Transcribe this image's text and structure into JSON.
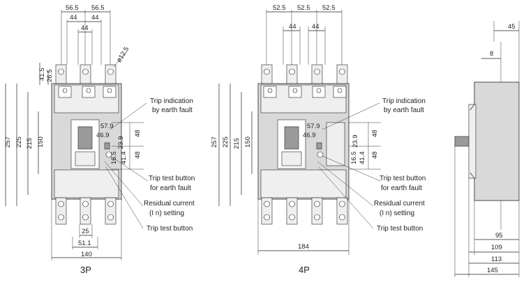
{
  "views": {
    "three_pole": {
      "caption": "3P",
      "dims": {
        "top_a": "56.5",
        "top_b": "56.5",
        "top_c": "44",
        "top_d": "44",
        "hole": "ø12.5",
        "left_a": "41.5",
        "left_b": "26.5",
        "h257": "257",
        "h225": "225",
        "h215": "215",
        "h150": "150",
        "bot_a": "25",
        "bot_b": "51.1",
        "width": "140",
        "c1": "57.9",
        "c2": "46.9",
        "c3": "23.9",
        "c4": "16.5",
        "c5": "41.4",
        "c6": "48",
        "c7": "48"
      },
      "labels": {
        "trip_ind_1": "Trip indication",
        "trip_ind_2": "by earth fault",
        "trip_test_1": "Trip test button",
        "trip_test_2": "for earth fault",
        "residual_1": "Residual current",
        "residual_2": "(I n) setting",
        "trip_test": "Trip test button"
      }
    },
    "four_pole": {
      "caption": "4P",
      "dims": {
        "top_a": "52.5",
        "top_b": "52.5",
        "top_c": "52.5",
        "top_d": "44",
        "top_e": "44",
        "h257": "257",
        "h225": "225",
        "h215": "215",
        "h150": "150",
        "width": "184",
        "c1": "57.9",
        "c2": "46.9",
        "c3": "23.9",
        "c4": "16.5",
        "c5": "41.4",
        "c6": "48",
        "c7": "48"
      },
      "labels": {
        "trip_ind_1": "Trip indication",
        "trip_ind_2": "by earth fault",
        "trip_test_1": "Trip test button",
        "trip_test_2": "for earth fault",
        "residual_1": "Residual current",
        "residual_2": "(I n) setting",
        "trip_test": "Trip test button"
      }
    },
    "side": {
      "dims": {
        "d45": "45",
        "d8": "8",
        "d95": "95",
        "d109": "109",
        "d113": "113",
        "d145": "145"
      }
    }
  }
}
